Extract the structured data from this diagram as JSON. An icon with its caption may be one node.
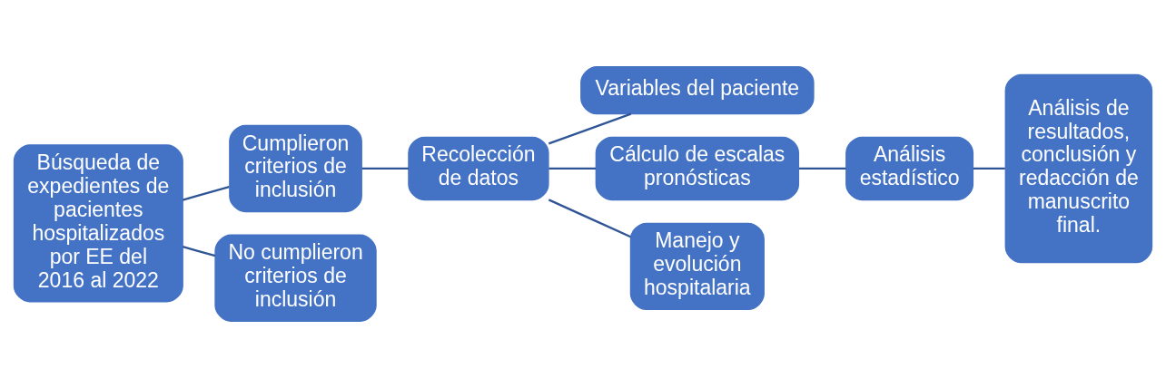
{
  "diagram": {
    "nodes": [
      {
        "text": [
          "Búsqueda de expedientes de pacientes hospitalizados por EE del 2016 al 2022"
        ]
      },
      {
        "text": [
          "Cumplieron criterios de inclusión"
        ]
      },
      {
        "text": [
          "No cumplieron criterios de inclusión"
        ]
      },
      {
        "text": [
          "Recolección de datos"
        ]
      },
      {
        "text": [
          "Variables del paciente"
        ]
      },
      {
        "text": [
          "Cálculo de escalas pronósticas"
        ]
      },
      {
        "text": [
          "Manejo y evolución hospitalaria"
        ]
      },
      {
        "text": [
          "Análisis estadístico"
        ]
      },
      {
        "text": [
          "Análisis de resultados, conclusión y redacción de manuscrito final."
        ]
      }
    ],
    "edges": [
      {
        "from": 0,
        "to": 1,
        "arrow": "none"
      },
      {
        "from": 0,
        "to": 2,
        "arrow": "none"
      },
      {
        "from": 1,
        "to": 3,
        "arrow": "none"
      },
      {
        "from": 3,
        "to": 4,
        "arrow": "none"
      },
      {
        "from": 3,
        "to": 5,
        "arrow": "none"
      },
      {
        "from": 3,
        "to": 6,
        "arrow": "none"
      },
      {
        "from": 5,
        "to": 7,
        "arrow": "none"
      },
      {
        "from": 7,
        "to": 8,
        "arrow": "none"
      }
    ]
  }
}
